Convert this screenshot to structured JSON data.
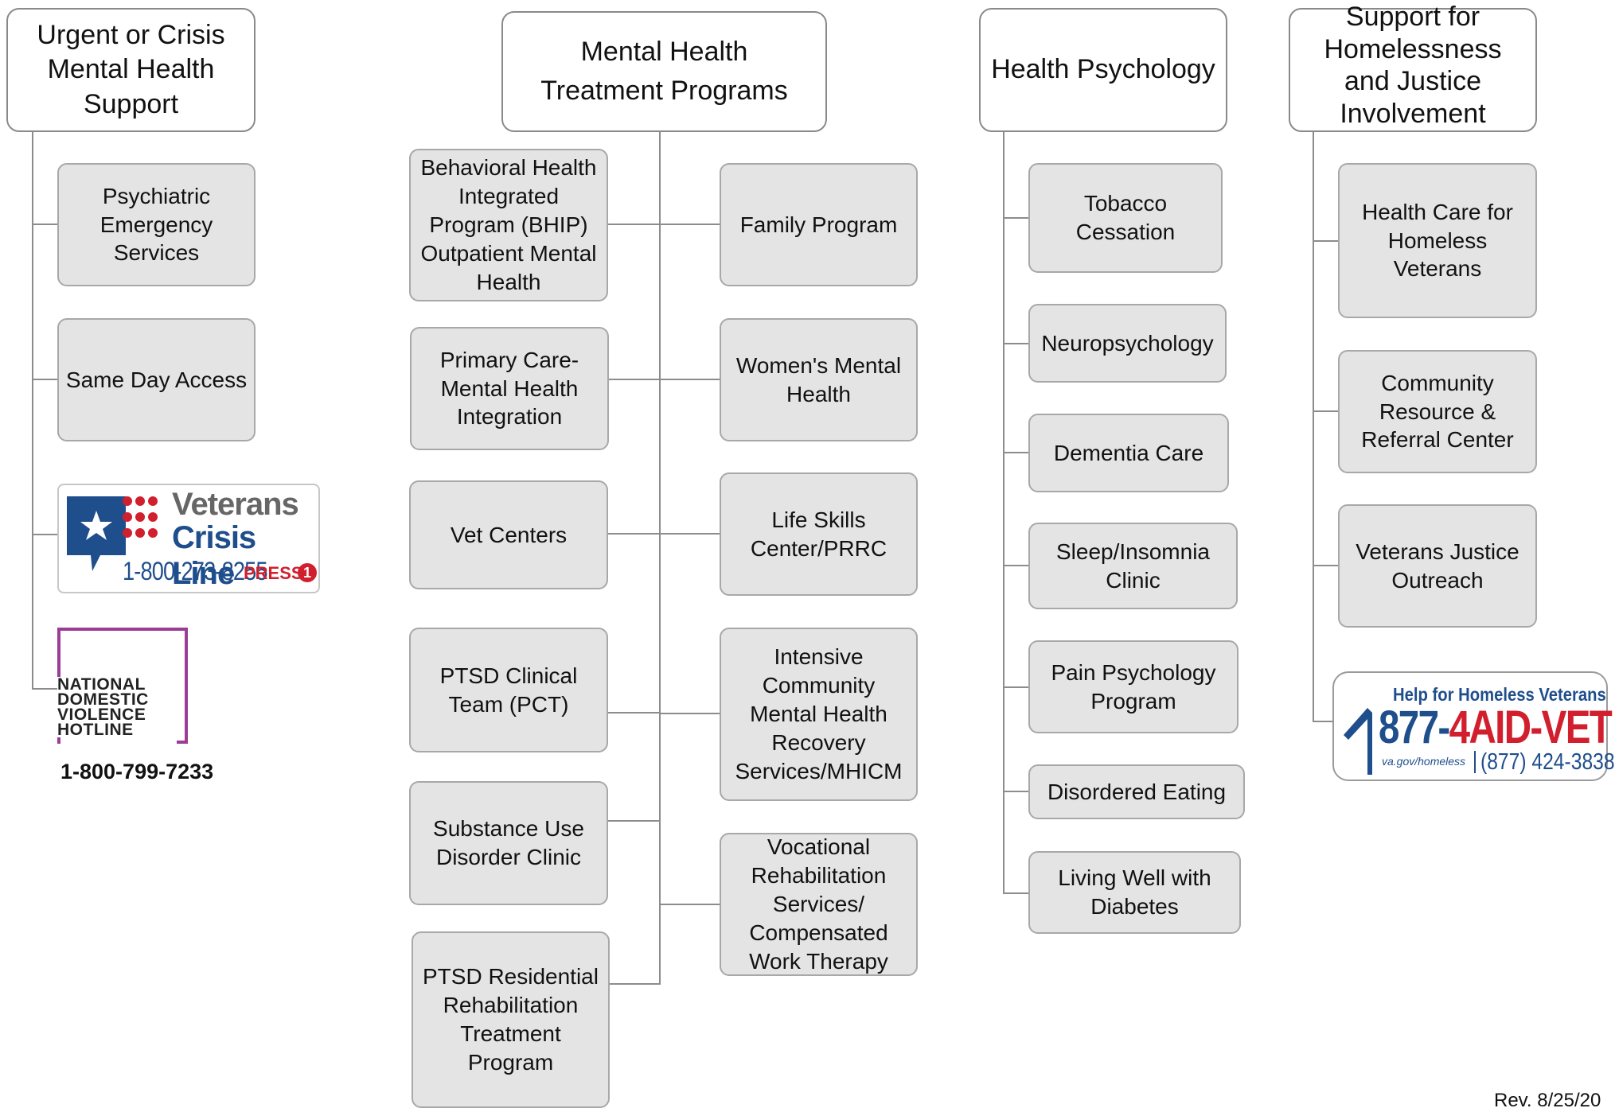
{
  "columns": {
    "urgent": {
      "header": "Urgent or Crisis Mental Health Support",
      "items": [
        "Psychiatric Emergency Services",
        "Same Day Access"
      ],
      "crisis_line": {
        "title_line1": "Veterans",
        "title_line2": "Crisis Line",
        "phone": "1-800-273-8255",
        "press": "PRESS",
        "press_num": "1",
        "brand_blue": "#1f4e8c",
        "brand_red": "#d21f2e"
      },
      "dv_hotline": {
        "logo_lines": [
          "NATIONAL",
          "DOMESTIC",
          "VIOLENCE",
          "HOTLINE"
        ],
        "phone": "1-800-799-7233",
        "frame_color": "#9b3d96"
      }
    },
    "mental_health": {
      "header": "Mental Health Treatment Programs",
      "left_items": [
        "Behavioral Health Integrated Program (BHIP) Outpatient Mental Health",
        "Primary Care-Mental Health Integration",
        "Vet Centers",
        "PTSD Clinical Team (PCT)",
        "Substance Use Disorder Clinic",
        "PTSD Residential Rehabilitation Treatment Program"
      ],
      "right_items": [
        "Family Program",
        "Women's Mental Health",
        "Life Skills Center/PRRC",
        "Intensive Community Mental Health Recovery Services/MHICM",
        "Vocational Rehabilitation Services/ Compensated Work Therapy"
      ]
    },
    "health_psychology": {
      "header": "Health Psychology",
      "items": [
        "Tobacco Cessation",
        "Neuropsychology",
        "Dementia Care",
        "Sleep/Insomnia Clinic",
        "Pain Psychology Program",
        "Disordered Eating",
        "Living Well with Diabetes"
      ]
    },
    "homelessness": {
      "header": "Support for Homelessness and Justice Involvement",
      "items": [
        "Health Care for Homeless Veterans",
        "Community Resource & Referral Center",
        "Veterans Justice Outreach"
      ],
      "homeless_line": {
        "tagline": "Help for Homeless Veterans",
        "number_part1": "877-",
        "number_part2": "4AID-VET",
        "url": "va.gov/homeless",
        "phone": "(877) 424-3838",
        "brand_blue": "#1f4e8c",
        "brand_red": "#d21f2e"
      }
    }
  },
  "footer": {
    "revision": "Rev. 8/25/20"
  },
  "colors": {
    "node_fill": "#e4e4e4",
    "node_border": "#a8a8a8",
    "connector": "#8c8c8c"
  }
}
